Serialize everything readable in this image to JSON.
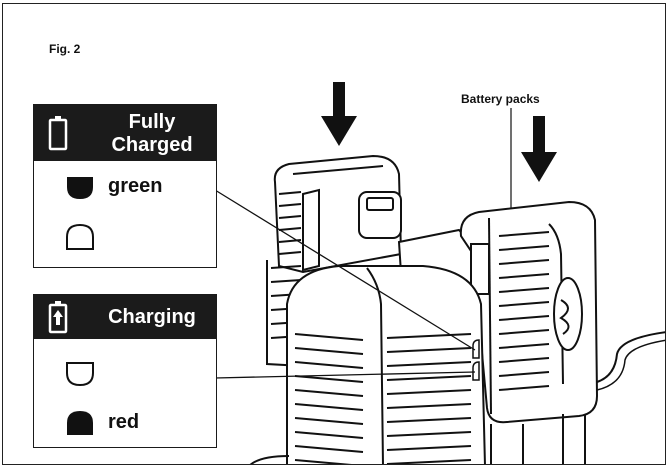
{
  "figure": {
    "label": "Fig. 2",
    "callout": "Battery packs"
  },
  "legend_fully_charged": {
    "title_line1": "Fully",
    "title_line2": "Charged",
    "led_top_color": "green",
    "icon": "battery-empty-icon"
  },
  "legend_charging": {
    "title": "Charging",
    "led_bottom_color": "red",
    "icon": "battery-charging-icon"
  },
  "colors": {
    "ink": "#111111",
    "panel_header": "#1b1b1b",
    "background": "#ffffff"
  }
}
